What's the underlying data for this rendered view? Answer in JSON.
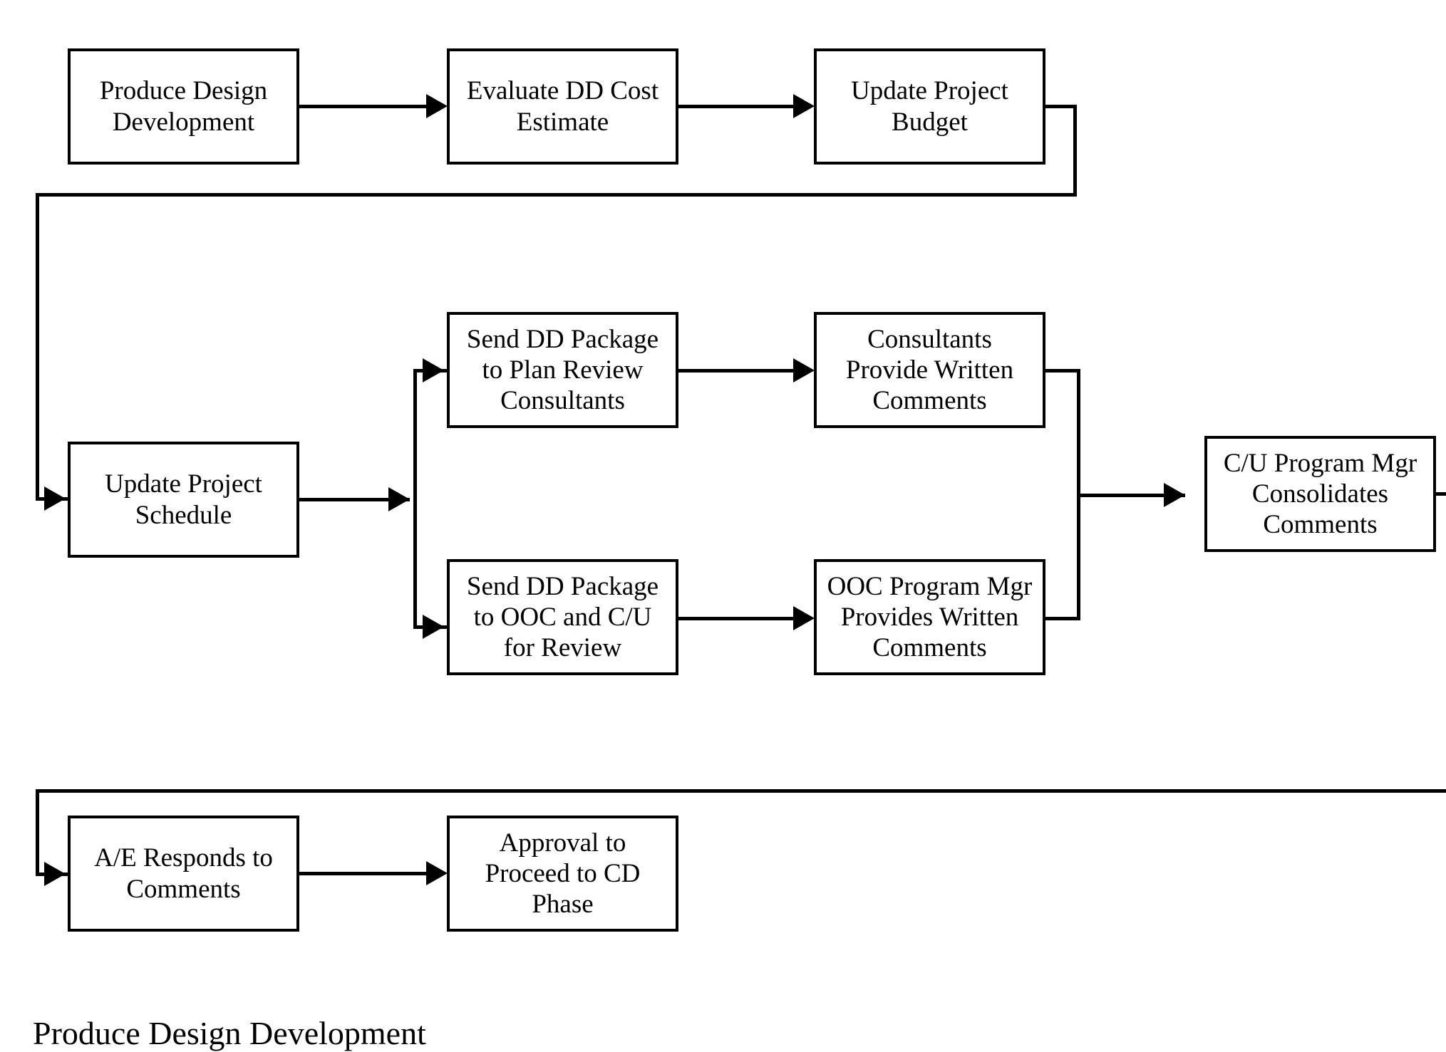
{
  "diagram": {
    "title_caption": "Produce Design Development",
    "stroke_color": "#000000",
    "background_color": "#ffffff",
    "nodes": [
      {
        "id": "produce-design-development",
        "label": "Produce Design\nDevelopment"
      },
      {
        "id": "evaluate-dd-cost-estimate",
        "label": "Evaluate DD Cost\nEstimate"
      },
      {
        "id": "update-project-budget",
        "label": "Update Project\nBudget"
      },
      {
        "id": "update-project-schedule",
        "label": "Update Project\nSchedule"
      },
      {
        "id": "send-dd-package-plan-review",
        "label": "Send DD Package\nto Plan Review\nConsultants"
      },
      {
        "id": "consultants-provide-written-comments",
        "label": "Consultants\nProvide Written\nComments"
      },
      {
        "id": "send-dd-package-ooc-cu",
        "label": "Send DD Package\nto OOC and C/U\nfor Review"
      },
      {
        "id": "ooc-program-mgr-provides-written-comments",
        "label": "OOC Program Mgr\nProvides Written\nComments"
      },
      {
        "id": "cu-program-mgr-consolidates-comments",
        "label": "C/U Program Mgr\nConsolidates\nComments"
      },
      {
        "id": "ae-responds-to-comments",
        "label": "A/E Responds to\nComments"
      },
      {
        "id": "approval-to-proceed-cd-phase",
        "label": "Approval to\nProceed to CD\nPhase"
      }
    ],
    "edges": [
      {
        "from": "produce-design-development",
        "to": "evaluate-dd-cost-estimate"
      },
      {
        "from": "evaluate-dd-cost-estimate",
        "to": "update-project-budget"
      },
      {
        "from": "update-project-budget",
        "to": "update-project-schedule"
      },
      {
        "from": "update-project-schedule",
        "to": "send-dd-package-plan-review"
      },
      {
        "from": "update-project-schedule",
        "to": "send-dd-package-ooc-cu"
      },
      {
        "from": "send-dd-package-plan-review",
        "to": "consultants-provide-written-comments"
      },
      {
        "from": "send-dd-package-ooc-cu",
        "to": "ooc-program-mgr-provides-written-comments"
      },
      {
        "from": "consultants-provide-written-comments",
        "to": "cu-program-mgr-consolidates-comments"
      },
      {
        "from": "ooc-program-mgr-provides-written-comments",
        "to": "cu-program-mgr-consolidates-comments"
      },
      {
        "from": "cu-program-mgr-consolidates-comments",
        "to": "ae-responds-to-comments"
      },
      {
        "from": "ae-responds-to-comments",
        "to": "approval-to-proceed-cd-phase"
      }
    ]
  }
}
